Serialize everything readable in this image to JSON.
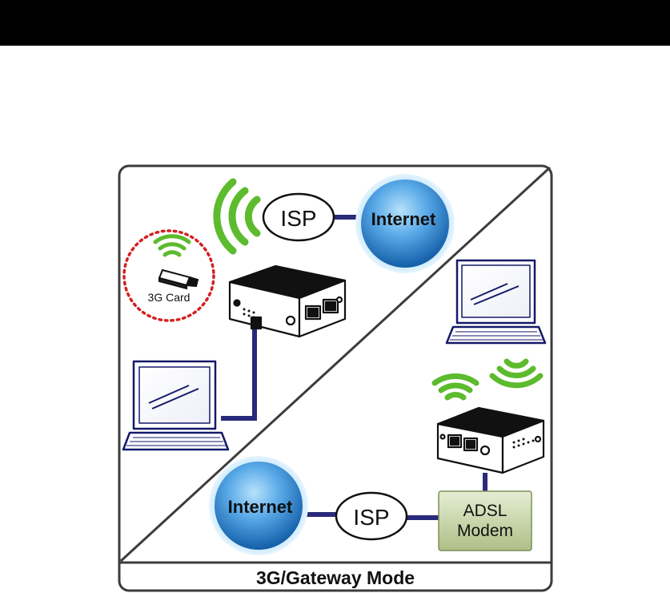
{
  "diagram": {
    "top_left": {
      "isp_label": "ISP",
      "internet_label": "Internet",
      "card_label": "3G Card"
    },
    "bottom_right": {
      "internet_label": "Internet",
      "isp_label": "ISP",
      "modem_line1": "ADSL",
      "modem_line2": "Modem"
    },
    "caption": "3G/Gateway Mode"
  },
  "colors": {
    "frame": "#3c3c3c",
    "link": "#2a2a7a",
    "wifi": "#5dbb2e",
    "globe_center": "#9fd4f7",
    "globe_edge": "#1a6fc0",
    "modem_fill": "#c9d8a9",
    "card_ring": "#d42020"
  },
  "icons": [
    "wifi-signal-icon",
    "router-icon",
    "laptop-icon",
    "usb-3g-card-icon",
    "globe-icon",
    "modem-icon"
  ]
}
